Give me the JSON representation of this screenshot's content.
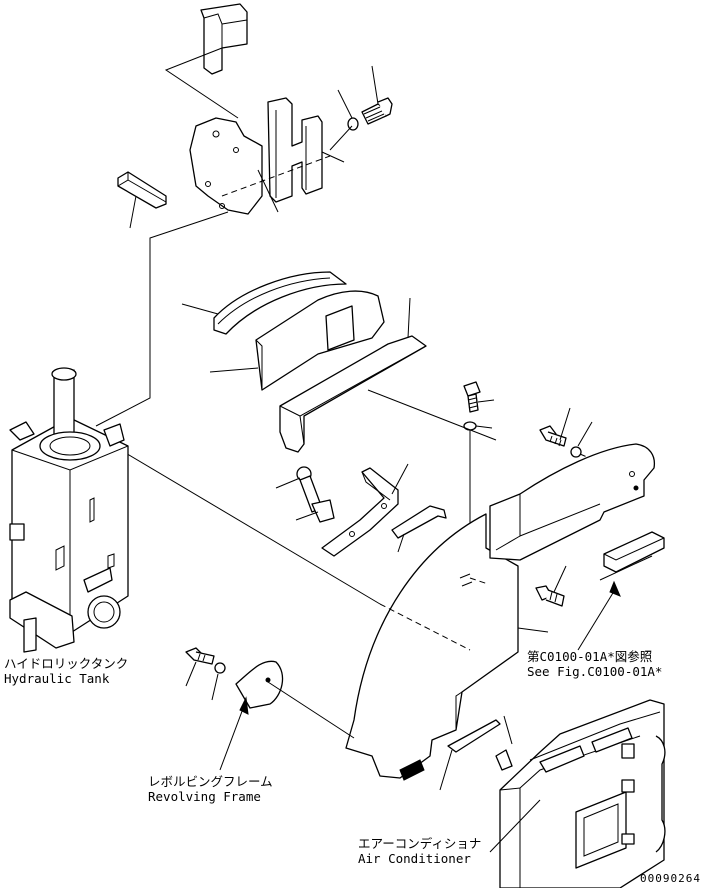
{
  "labels": {
    "hydraulic_tank_jp": "ハイドロリックタンク",
    "hydraulic_tank_en": "Hydraulic Tank",
    "revolving_frame_jp": "レボルビングフレーム",
    "revolving_frame_en": "Revolving Frame",
    "air_conditioner_jp": "エアーコンディショナ",
    "air_conditioner_en": "Air Conditioner",
    "see_fig_jp": "第C0100-01A*図参照",
    "see_fig_en": "See Fig.C0100-01A*"
  },
  "drawing_number": "00090264"
}
